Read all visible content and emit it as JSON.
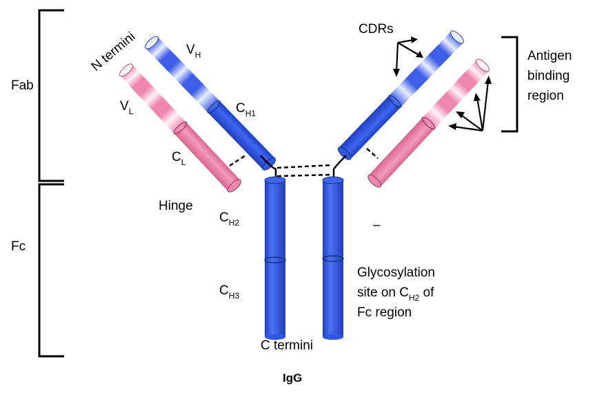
{
  "labels": {
    "fab": "Fab",
    "fc": "Fc",
    "n_termini": "N termini",
    "vh_main": "V",
    "vh_sub": "H",
    "vl_main": "V",
    "vl_sub": "L",
    "ch1_main": "C",
    "ch1_sub": "H1",
    "cl_main": "C",
    "cl_sub": "L",
    "hinge": "Hinge",
    "ch2_main": "C",
    "ch2_sub": "H2",
    "ch3_main": "C",
    "ch3_sub": "H3",
    "cdrs": "CDRs",
    "antigen_line1": "Antigen",
    "antigen_line2": "binding",
    "antigen_line3": "region",
    "glyco_line1": "Glycosylation",
    "glyco_line2_a": "site on C",
    "glyco_line2_sub": "H2",
    "glyco_line2_b": " of",
    "glyco_line3": "Fc region",
    "c_termini": "C termini",
    "dash_mark": "–",
    "title": "IgG"
  },
  "colors": {
    "heavy_chain": "#2f57e6",
    "heavy_chain_light": "#c9d6ff",
    "light_chain": "#ef86ad",
    "light_chain_light": "#fbdde8",
    "outline": "#555555"
  }
}
